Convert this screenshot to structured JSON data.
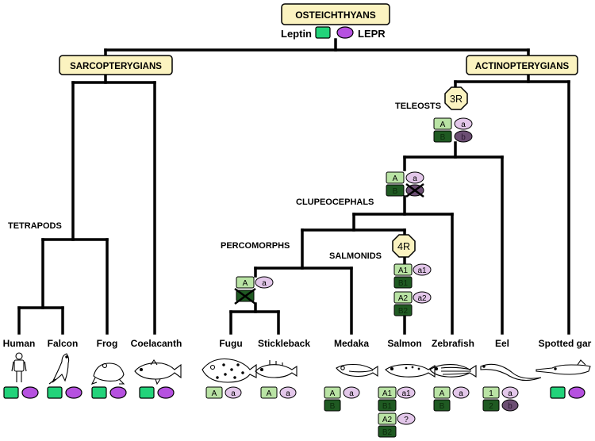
{
  "root": {
    "title": "OSTEICHTHYANS",
    "leptin_label": "Leptin",
    "lepr_label": "LEPR"
  },
  "colors": {
    "box_fill": "#fbf3c0",
    "leptin_green": "#22d37a",
    "lepr_purple": "#b651e0",
    "light_green": "#b9e3a4",
    "dark_green": "#1f5a22",
    "light_purple": "#e3c7ea",
    "dark_purple": "#6c4e73",
    "duplication_fill": "#fbf3c0"
  },
  "clades": {
    "sarcopterygians": "SARCOPTERYGIANS",
    "actinopterygians": "ACTINOPTERYGIANS",
    "tetrapods": "TETRAPODS",
    "teleosts": "TELEOSTS",
    "clupeocephals": "CLUPEOCEPHALS",
    "percomorphs": "PERCOMORPHS",
    "salmonids": "SALMONIDS"
  },
  "events": {
    "teleost_wgd": "3R",
    "salmonid_wgd": "4R"
  },
  "gene_labels": {
    "A": "A",
    "B": "B",
    "a": "a",
    "b": "b",
    "A1": "A1",
    "A2": "A2",
    "B1": "B1",
    "B2": "B2",
    "a1": "a1",
    "a2": "a2",
    "unknown": "?",
    "eel_1": "1",
    "eel_2": "2"
  },
  "species": [
    "Human",
    "Falcon",
    "Frog",
    "Coelacanth",
    "Fugu",
    "Stickleback",
    "Medaka",
    "Salmon",
    "Zebrafish",
    "Eel",
    "Spotted gar"
  ]
}
